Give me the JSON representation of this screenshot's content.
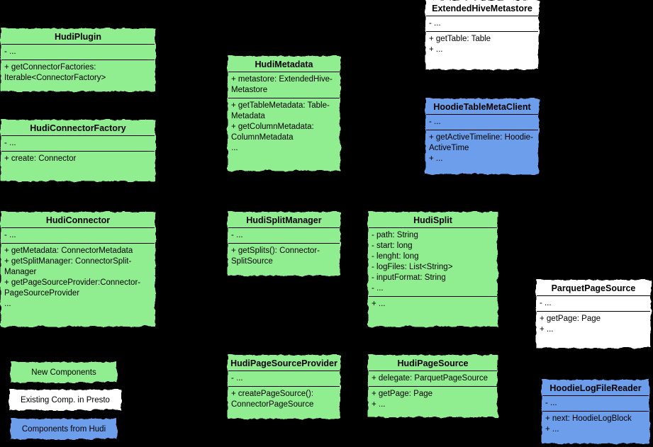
{
  "colors": {
    "background": "#000000",
    "new_components": "#90ee90",
    "existing_presto": "#ffffff",
    "components_from_hudi": "#6d9eeb",
    "text": "#000000"
  },
  "diagram": {
    "classes": [
      {
        "name": "HudiPlugin",
        "category": "new_components",
        "sections": [
          "- ...",
          "+ getConnectorFactories:\nIterable<ConnectorFactory>"
        ]
      },
      {
        "name": "HudiConnectorFactory",
        "category": "new_components",
        "sections": [
          "- ...",
          "+ create: Connector"
        ]
      },
      {
        "name": "HudiConnector",
        "category": "new_components",
        "sections": [
          "- ...",
          "+ getMetadata: ConnectorMetadata\n+ getSplitManager: ConnectorSplit-\nManager\n+ getPageSourceProvider:Connector-\nPageSourceProvider\n..."
        ]
      },
      {
        "name": "HudiMetadata",
        "category": "new_components",
        "sections": [
          "+ metastore: ExtendedHive-\nMetastore",
          "+ getTableMetadata: Table-\nMetadata\n+ getColumnMetadata:\nColumnMetadata\n..."
        ]
      },
      {
        "name": "ExtendedHiveMetastore",
        "category": "existing_presto",
        "sections": [
          "- ...",
          "+ getTable: Table\n+ ..."
        ]
      },
      {
        "name": "HoodieTableMetaClient",
        "category": "components_from_hudi",
        "sections": [
          "- ...",
          "+ getActiveTimeline: Hoodie-\nActiveTime\n+ ..."
        ]
      },
      {
        "name": "HudiSplitManager",
        "category": "new_components",
        "sections": [
          "- ...",
          "+ getSplits(): Connector-\nSplitSource"
        ]
      },
      {
        "name": "HudiSplit",
        "category": "new_components",
        "sections": [
          "- path: String\n- start: long\n- lenght: long\n- logFiles: List<String>\n- inputFormat: String\n- ...",
          "+ ..."
        ]
      },
      {
        "name": "ParquetPageSource",
        "category": "existing_presto",
        "sections": [
          "- ...",
          "+ getPage: Page\n+ ..."
        ]
      },
      {
        "name": "HudiPageSourceProvider",
        "category": "new_components",
        "sections": [
          "- ...",
          "+ createPageSource():\nConnectorPageSource"
        ]
      },
      {
        "name": "HudiPageSource",
        "category": "new_components",
        "sections": [
          "+ delegate: ParquetPageSource",
          "+ getPage: Page\n+ ..."
        ]
      },
      {
        "name": "HoodieLogFileReader",
        "category": "components_from_hudi",
        "sections": [
          "- ...",
          "+ next: HoodieLogBlock\n+ ..."
        ]
      }
    ],
    "legend": [
      {
        "label": "New Components",
        "category": "new_components"
      },
      {
        "label": "Existing Comp. in Presto",
        "category": "existing_presto"
      },
      {
        "label": "Components from Hudi",
        "category": "components_from_hudi"
      }
    ]
  }
}
